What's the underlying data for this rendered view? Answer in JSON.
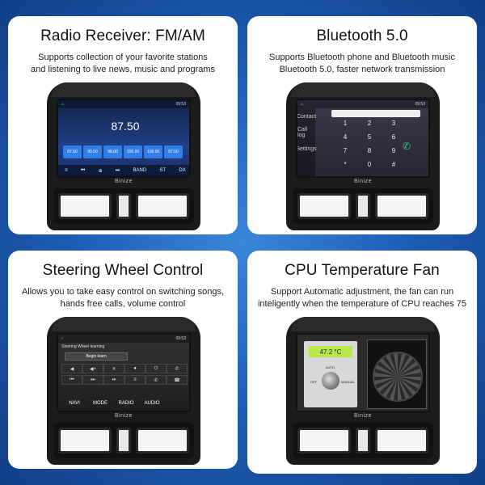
{
  "cards": [
    {
      "title": "Radio Receiver: FM/AM",
      "desc": [
        "Supports collection of your favorite stations",
        "and listening to live news, music and programs"
      ],
      "screen": {
        "frequency": "87.50",
        "presets": [
          "87.50",
          "90.00",
          "98.00",
          "106.00",
          "108.00",
          "87.50"
        ],
        "bottom": [
          "≡",
          "⏮",
          "⊕",
          "⏭",
          "BAND",
          "ST",
          "DX"
        ]
      }
    },
    {
      "title": "Bluetooth 5.0",
      "desc": [
        "Supports Bluetooth phone and Bluetooth music",
        "Bluetooth 5.0, faster network transmission"
      ],
      "screen": {
        "side": [
          "Contact",
          "Call log",
          "Settings"
        ],
        "keys": [
          "1",
          "2",
          "3",
          "4",
          "5",
          "6",
          "7",
          "8",
          "9",
          "*",
          "0",
          "#"
        ]
      }
    },
    {
      "title": "Steering Wheel Control",
      "desc": [
        "Allows you to take easy control on switching songs,",
        "hands free calls, volume control"
      ],
      "screen": {
        "title": "Steering Wheel learning",
        "learn": "Begin learn",
        "labels": [
          "NAVI",
          "MODE",
          "RADIO",
          "AUDIO"
        ]
      }
    },
    {
      "title": "CPU Temperature Fan",
      "desc": [
        "Support Automatic adjustment, the fan can run",
        "inteligently when the temperature of CPU reaches 75"
      ],
      "screen": {
        "lcd": "47.2 °C",
        "auto": "AUTO",
        "off": "OFF",
        "manual": "MANUAL"
      }
    }
  ],
  "brand": "Binize",
  "time": "09:53"
}
